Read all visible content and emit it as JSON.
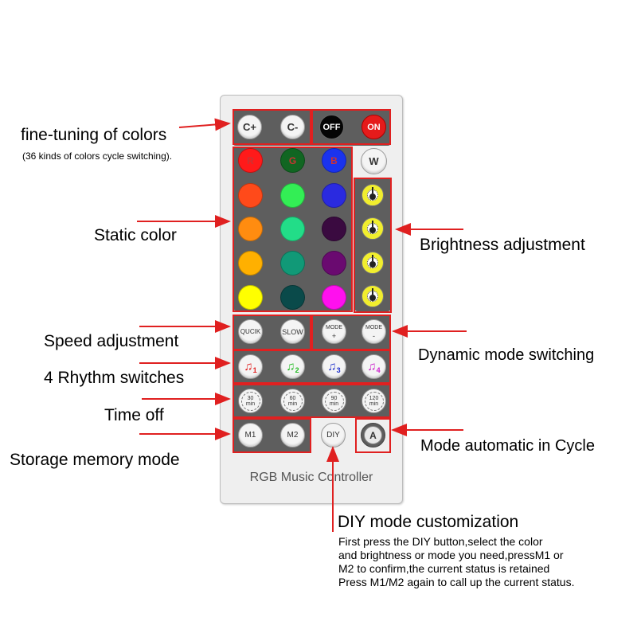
{
  "remote": {
    "model_name": "RGB Music Controller",
    "top_row": {
      "c_plus": "C+",
      "c_minus": "C-",
      "off": "OFF",
      "on": "ON"
    },
    "rgb_row": {
      "r": "R",
      "g": "G",
      "b": "B",
      "w": "W"
    },
    "static_colors": [
      "#ff4a1a",
      "#33ee55",
      "#2a2ae0",
      "#ff8c10",
      "#22dd88",
      "#3a0a40",
      "#ffb000",
      "#119977",
      "#6a0a70",
      "#ffff00",
      "#0a4a4a",
      "#ff10ee"
    ],
    "speed": {
      "quick": "QUCIK",
      "slow": "SLOW"
    },
    "mode": {
      "mode_plus_a": "MODE",
      "mode_plus_b": "+",
      "mode_minus_a": "MODE",
      "mode_minus_b": "-"
    },
    "rhythm": [
      {
        "num": "1",
        "color": "#e02020"
      },
      {
        "num": "2",
        "color": "#22bb22"
      },
      {
        "num": "3",
        "color": "#2233cc"
      },
      {
        "num": "4",
        "color": "#cc22cc"
      }
    ],
    "timers": [
      {
        "value": "30",
        "unit": "min"
      },
      {
        "value": "60",
        "unit": "min"
      },
      {
        "value": "90",
        "unit": "min"
      },
      {
        "value": "120",
        "unit": "min"
      }
    ],
    "bottom": {
      "m1": "M1",
      "m2": "M2",
      "diy": "DIY",
      "auto": "A"
    }
  },
  "annotations": {
    "fine_tuning": "fine-tuning of colors",
    "fine_tuning_sub": "(36 kinds of colors cycle switching).",
    "static_color": "Static color",
    "brightness": "Brightness adjustment",
    "speed": "Speed adjustment",
    "dynamic_mode": "Dynamic mode switching",
    "rhythm": "4 Rhythm switches",
    "time_off": "Time off",
    "storage": "Storage memory mode",
    "auto_cycle": "Mode automatic in Cycle",
    "diy_title": "DIY mode customization",
    "diy_lines": [
      "First press the DIY button,select the color",
      "and brightness or mode you need,pressM1 or",
      "M2 to confirm,the current status is retained",
      "Press M1/M2 again to call up the current status."
    ]
  },
  "colors": {
    "highlight": "#e02020",
    "panel": "#5e5e5e",
    "brightness_button": "#f1ee2e"
  }
}
